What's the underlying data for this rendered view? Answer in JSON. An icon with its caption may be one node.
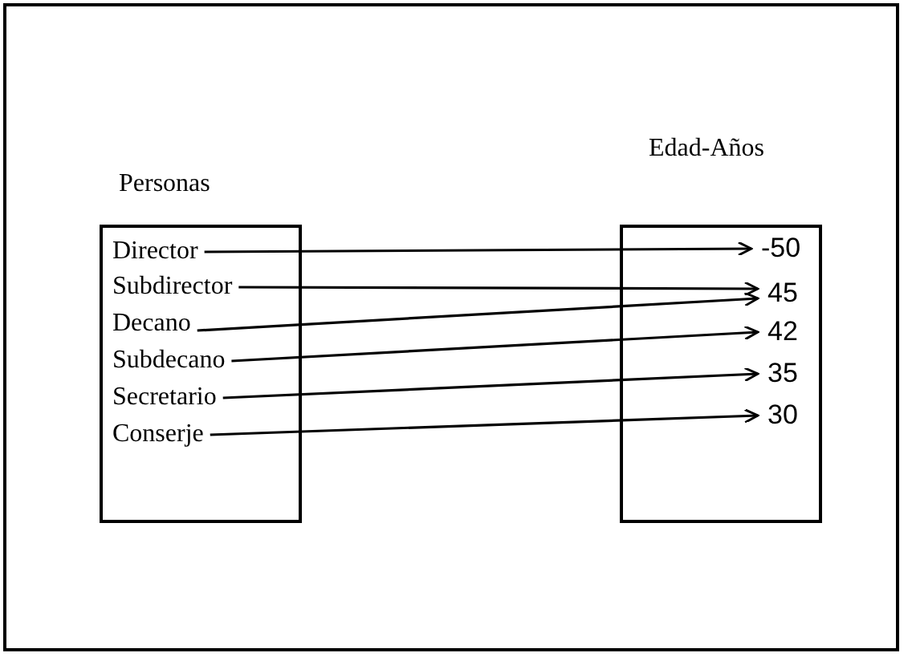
{
  "diagram": {
    "nodes": [
      {
        "text": [
          "Personas"
        ]
      },
      {
        "text": [
          "Edad-Años"
        ]
      },
      {
        "text": [
          "Director"
        ],
        "in": 0
      },
      {
        "text": [
          "Subdirector"
        ],
        "in": 0
      },
      {
        "text": [
          "Decano"
        ],
        "in": 0
      },
      {
        "text": [
          "Subdecano"
        ],
        "in": 0
      },
      {
        "text": [
          "Secretario"
        ],
        "in": 0
      },
      {
        "text": [
          "Conserje"
        ],
        "in": 0
      },
      {
        "text": [
          "-50"
        ],
        "in": 1
      },
      {
        "text": [
          "45"
        ],
        "in": 1
      },
      {
        "text": [
          "42"
        ],
        "in": 1
      },
      {
        "text": [
          "35"
        ],
        "in": 1
      },
      {
        "text": [
          "30"
        ],
        "in": 1
      }
    ],
    "edges": [
      {
        "from": 2,
        "to": 8,
        "arrow": "to"
      },
      {
        "from": 3,
        "to": 9,
        "arrow": "to"
      },
      {
        "from": 4,
        "to": 9,
        "arrow": "to"
      },
      {
        "from": 5,
        "to": 10,
        "arrow": "to"
      },
      {
        "from": 6,
        "to": 11,
        "arrow": "to"
      },
      {
        "from": 7,
        "to": 12,
        "arrow": "to"
      }
    ]
  }
}
